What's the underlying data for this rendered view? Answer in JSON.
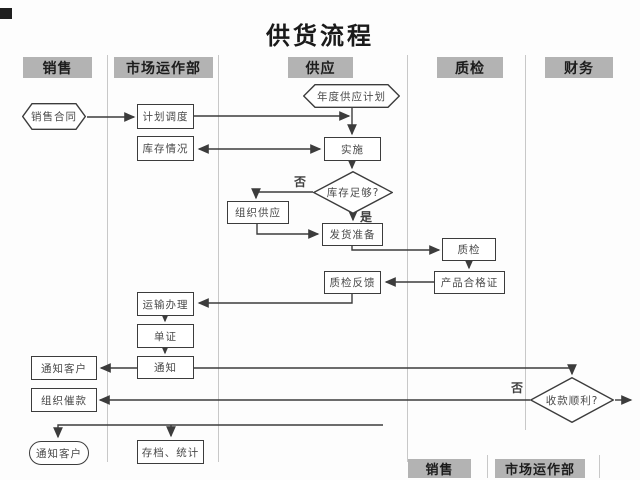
{
  "title": "供货流程",
  "lanes": [
    {
      "label": "销售"
    },
    {
      "label": "市场运作部"
    },
    {
      "label": "供应"
    },
    {
      "label": "质检"
    },
    {
      "label": "财务"
    }
  ],
  "footer_lanes": [
    {
      "label": "销售"
    },
    {
      "label": "市场运作部"
    }
  ],
  "nodes": {
    "sales_contract": {
      "label": "销售合同",
      "shape": "hexagon"
    },
    "plan_scheduling": {
      "label": "计划调度",
      "shape": "rect"
    },
    "inventory_status": {
      "label": "库存情况",
      "shape": "rect"
    },
    "annual_supply_plan": {
      "label": "年度供应计划",
      "shape": "hexagon"
    },
    "implement": {
      "label": "实施",
      "shape": "rect"
    },
    "inventory_enough": {
      "label": "库存足够?",
      "shape": "diamond"
    },
    "organize_supply": {
      "label": "组织供应",
      "shape": "rect"
    },
    "shipping_prep": {
      "label": "发货准备",
      "shape": "rect"
    },
    "quality_check": {
      "label": "质检",
      "shape": "rect"
    },
    "product_certificate": {
      "label": "产品合格证",
      "shape": "rect"
    },
    "qc_feedback": {
      "label": "质检反馈",
      "shape": "rect"
    },
    "transport_handling": {
      "label": "运输办理",
      "shape": "rect"
    },
    "documents": {
      "label": "单证",
      "shape": "rect"
    },
    "notify": {
      "label": "通知",
      "shape": "rect"
    },
    "notify_customer": {
      "label": "通知客户",
      "shape": "rect"
    },
    "organize_collection": {
      "label": "组织催款",
      "shape": "rect"
    },
    "collection_smooth": {
      "label": "收款顺利?",
      "shape": "diamond"
    },
    "notify_customer_2": {
      "label": "通知客户",
      "shape": "stadium"
    },
    "archive_stats": {
      "label": "存档、统计",
      "shape": "rect"
    }
  },
  "decision_labels": {
    "inventory_no": "否",
    "inventory_yes": "是",
    "collection_no": "否"
  },
  "colors": {
    "lane_header_bg": "#b3b3b3",
    "connector": "#3c3c3c",
    "node_border": "#3c3c3c"
  }
}
